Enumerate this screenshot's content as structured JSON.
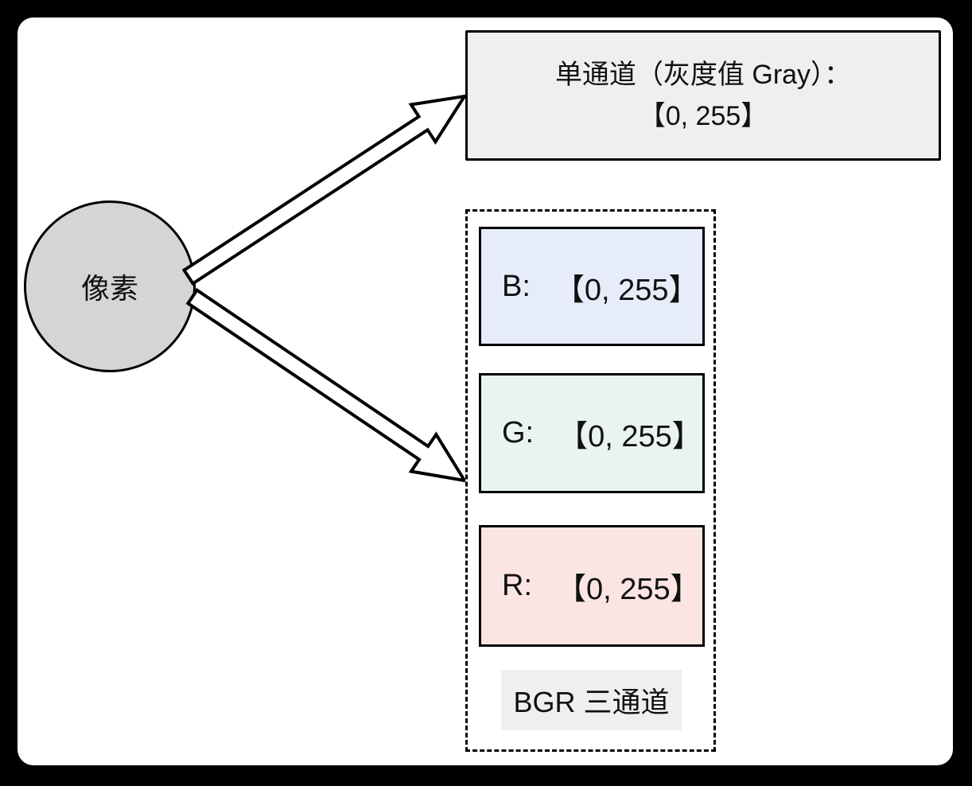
{
  "diagram": {
    "pixel_node": {
      "label": "像素"
    },
    "gray_box": {
      "line1": "单通道（灰度值 Gray）：",
      "line2": "【0, 255】"
    },
    "bgr_group": {
      "channels": [
        {
          "name": "blue-channel",
          "label": "B:",
          "range": "【0, 255】"
        },
        {
          "name": "green-channel",
          "label": "G:",
          "range": "【0, 255】"
        },
        {
          "name": "red-channel",
          "label": "R:",
          "range": "【0, 255】"
        }
      ],
      "caption": "BGR 三通道"
    },
    "colors": {
      "background": "#000000",
      "canvas": "#ffffff",
      "stroke": "#000000",
      "circle_fill": "#d5d5d5",
      "gray_box_fill": "#efefef",
      "blue_channel_fill": "#e7ecfa",
      "green_channel_fill": "#eaf4ee",
      "red_channel_fill": "#fbe5e3",
      "caption_fill": "#efefef"
    }
  }
}
